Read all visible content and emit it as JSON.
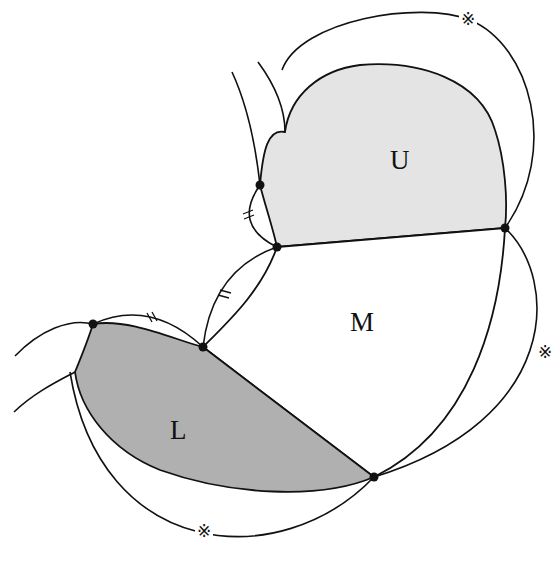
{
  "diagram": {
    "nodes": [
      {
        "text": [
          "U"
        ]
      },
      {
        "text": [
          "M"
        ]
      },
      {
        "text": [
          "L"
        ]
      }
    ],
    "labels": [
      "※",
      "※",
      "※"
    ]
  }
}
